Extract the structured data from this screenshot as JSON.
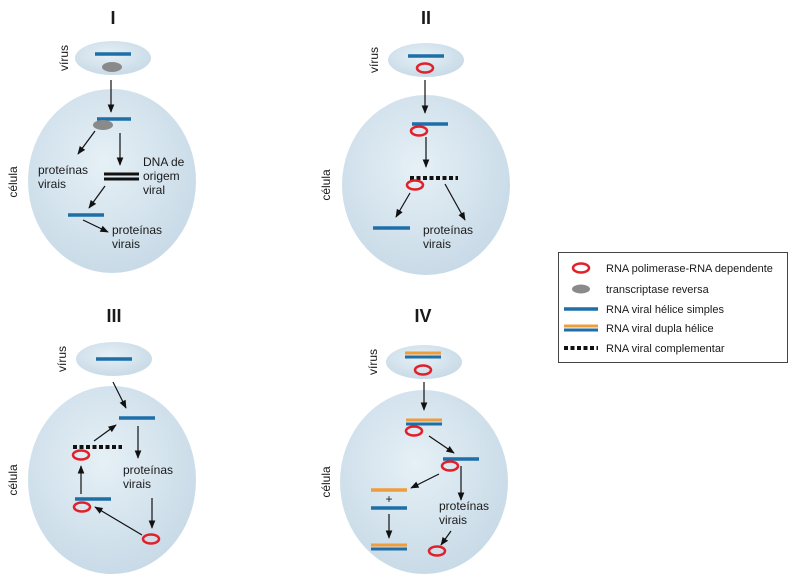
{
  "colors": {
    "cell_fill": "#d4e4ef",
    "cell_stroke": "#ffffff",
    "ssRNA": "#1e6ea8",
    "dsRNA_orange": "#ef9c3a",
    "polymerase": "#e2202a",
    "reverse_transcriptase": "#8a8a8a",
    "complementary": "#111111"
  },
  "panels": {
    "p1": {
      "title": "I",
      "virus_label": "vírus",
      "cell_label": "célula",
      "proteins_left": [
        "proteínas",
        "virais"
      ],
      "dna_label": [
        "DNA de",
        "origem",
        "viral"
      ],
      "proteins_bottom": [
        "proteínas",
        "virais"
      ]
    },
    "p2": {
      "title": "II",
      "virus_label": "vírus",
      "cell_label": "célula",
      "proteins": [
        "proteínas",
        "virais"
      ]
    },
    "p3": {
      "title": "III",
      "virus_label": "vírus",
      "cell_label": "célula",
      "proteins": [
        "proteínas",
        "virais"
      ]
    },
    "p4": {
      "title": "IV",
      "virus_label": "vírus",
      "cell_label": "célula",
      "plus": "+",
      "proteins": [
        "proteínas",
        "virais"
      ]
    }
  },
  "legend": {
    "items": [
      {
        "icon": "polymerase-icon",
        "label": "RNA polimerase-RNA dependente"
      },
      {
        "icon": "reverse-transcriptase-icon",
        "label": "transcriptase reversa"
      },
      {
        "icon": "single-strand-rna-icon",
        "label": "RNA viral hélice simples"
      },
      {
        "icon": "double-strand-rna-icon",
        "label": "RNA viral dupla hélice"
      },
      {
        "icon": "complementary-rna-icon",
        "label": "RNA viral complementar"
      }
    ]
  }
}
